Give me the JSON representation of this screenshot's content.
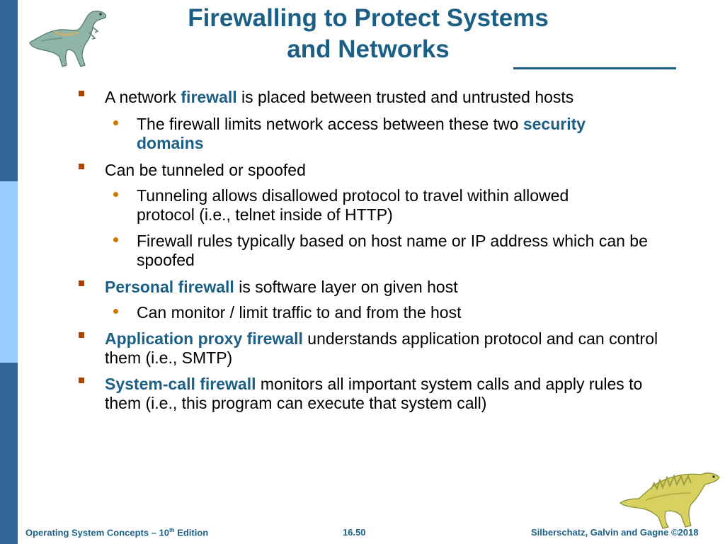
{
  "slide": {
    "title_line1": "Firewalling to Protect Systems",
    "title_line2": "and Networks",
    "b1": {
      "pre": "A network ",
      "hl": "firewall",
      "post": " is placed between trusted and untrusted hosts"
    },
    "b1_1": {
      "pre": "The firewall limits network access between these two ",
      "hl": "security domains"
    },
    "b2": "Can be tunneled or spoofed",
    "b2_1": "Tunneling allows disallowed protocol to travel within allowed protocol (i.e., telnet inside of HTTP)",
    "b2_2": "Firewall rules typically based on host name or IP address which can be spoofed",
    "b3": {
      "hl": "Personal firewall",
      "post": " is software layer on given host"
    },
    "b3_1": "Can monitor / limit traffic to and from the host",
    "b4": {
      "hl": "Application proxy firewall",
      "post": " understands application protocol and can control them (i.e., SMTP)"
    },
    "b5": {
      "hl": "System-call firewall",
      "post": " monitors all important system calls and apply rules to them (i.e., this program can execute that system call)"
    }
  },
  "footer": {
    "left_pre": "Operating System Concepts – 10",
    "left_sup": "th",
    "left_post": " Edition",
    "center": "16.50",
    "right": "Silberschatz, Galvin and Gagne ©2018"
  },
  "colors": {
    "accent": "#1c5f86",
    "sidebar_dark": "#336699",
    "sidebar_light": "#99ccff",
    "bullet_l1": "#aa4400",
    "bullet_l2": "#cc7700"
  },
  "icons": {
    "top_left": "dinosaur-icon",
    "bottom_right": "dinosaur-icon"
  }
}
